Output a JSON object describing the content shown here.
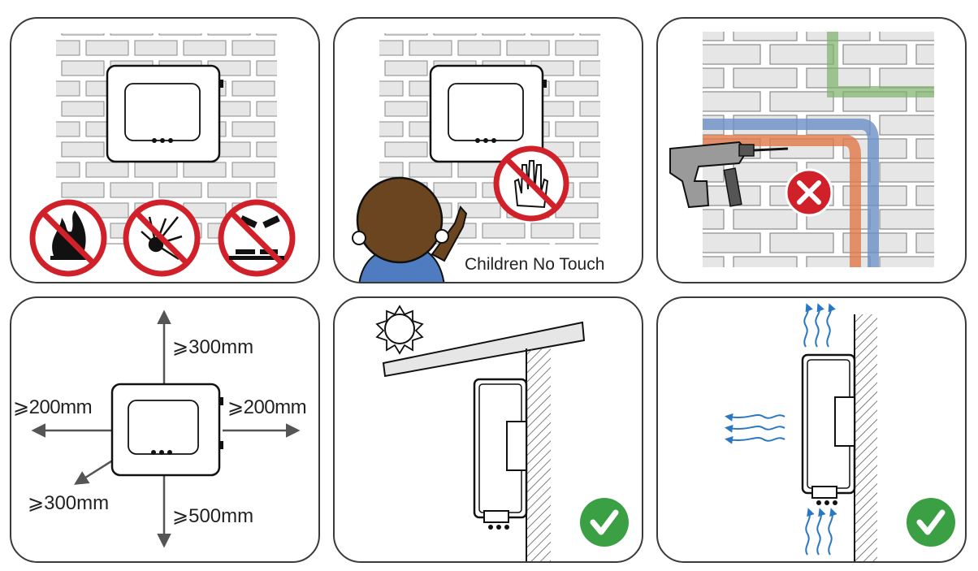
{
  "panels": {
    "no_fire": {
      "caption": ""
    },
    "children": {
      "caption": "Children No Touch"
    },
    "no_pipes": {
      "caption": ""
    },
    "clearance": {
      "top": "⩾300mm",
      "left": "⩾200mm",
      "right": "⩾200mm",
      "front": "⩾300mm",
      "bottom": "⩾500mm"
    },
    "shade": {
      "caption": ""
    },
    "ventilation": {
      "caption": ""
    }
  },
  "colors": {
    "prohibit_red": "#d0202a",
    "ok_green": "#3aa043",
    "brick_fill": "#e6e6e6",
    "brick_stroke": "#8a8a8a",
    "pipe_blue": "#6b8fc7",
    "pipe_orange": "#e0784a",
    "pipe_green": "#7fb06b",
    "air_blue": "#2a78c2",
    "child_skin_hair": "#6b4520",
    "child_shirt": "#4f7bc0"
  },
  "icons": [
    "fire-icon",
    "explosion-icon",
    "corrosive-icon",
    "hand-icon",
    "drill-icon",
    "sun-icon",
    "check-icon",
    "cross-icon",
    "airflow-icon"
  ]
}
